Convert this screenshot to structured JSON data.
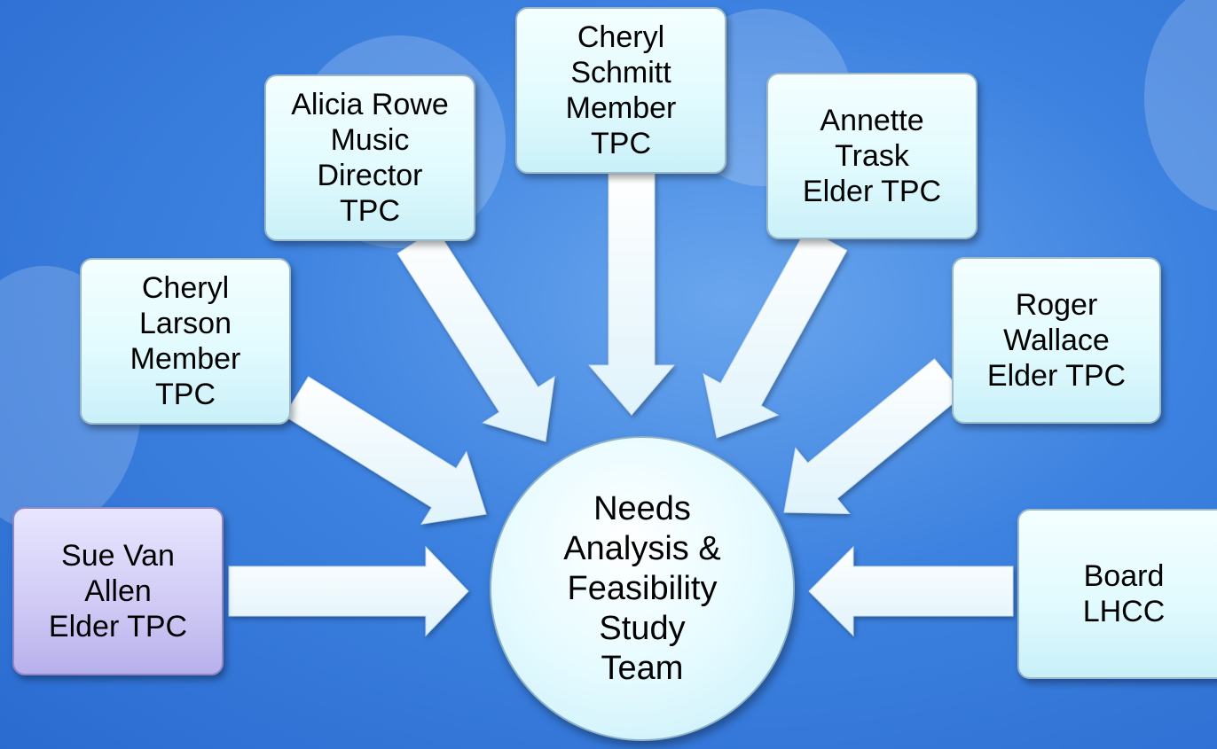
{
  "center": {
    "lines": [
      "Needs",
      "Analysis  &",
      "Feasibility",
      "Study",
      "Team"
    ]
  },
  "members": [
    {
      "id": "sue-van-allen",
      "lines": [
        "Sue Van",
        "Allen",
        "Elder TPC"
      ],
      "highlight": true
    },
    {
      "id": "cheryl-larson",
      "lines": [
        "Cheryl",
        "Larson",
        "Member",
        "TPC"
      ]
    },
    {
      "id": "alicia-rowe",
      "lines": [
        "Alicia Rowe",
        "Music",
        "Director",
        "TPC"
      ]
    },
    {
      "id": "cheryl-schmitt",
      "lines": [
        "Cheryl",
        "Schmitt",
        "Member",
        "TPC"
      ]
    },
    {
      "id": "annette-trask",
      "lines": [
        "Annette",
        "Trask",
        "Elder TPC"
      ]
    },
    {
      "id": "roger-wallace",
      "lines": [
        "Roger",
        "Wallace",
        "Elder TPC"
      ]
    },
    {
      "id": "board-lhcc",
      "lines": [
        "Board",
        "LHCC"
      ]
    }
  ],
  "colors": {
    "node_fill": "#e2fbfe",
    "highlight_fill": "#cfc9f4",
    "arrow_fill": "#f2fbff",
    "background": "#3d82e0"
  }
}
